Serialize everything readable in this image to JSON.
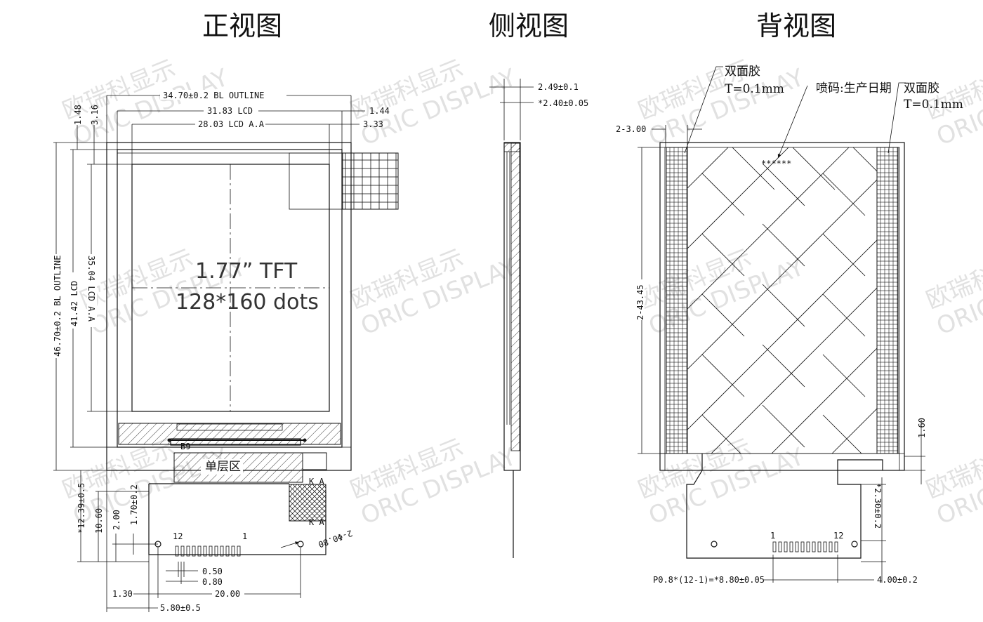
{
  "titles": {
    "front": "正视图",
    "side": "侧视图",
    "back": "背视图"
  },
  "front": {
    "dim_bl_width": "34.70±0.2 BL OUTLINE",
    "dim_lcd_width": "31.83 LCD",
    "dim_aa_width": "28.03 LCD A.A",
    "dim_1_44": "1.44",
    "dim_3_33": "3.33",
    "dim_1_48": "1.48",
    "dim_3_16": "3.16",
    "dim_bl_height": "46.70±0.2 BL OUTLINE",
    "dim_lcd_height": "41.42 LCD",
    "dim_aa_height": "35.04 LCD A.A",
    "product_size": "1.77” TFT",
    "product_res": "128*160 dots",
    "label_single_layer": "单层区",
    "label_b9": "B9",
    "label_ka_top": "K A",
    "label_ka_bottom": "K A",
    "dim_12_39": "*12.39±0.5",
    "dim_10_60": "10.60",
    "dim_2_00": "2.00",
    "dim_1_70": "1.70±0.2",
    "pin_12": "12",
    "pin_1": "1",
    "dim_hole": "2-Φ0.80",
    "dim_0_50": "0.50",
    "dim_0_80": "0.80",
    "dim_1_30": "1.30",
    "dim_20_00": "20.00",
    "dim_5_80": "5.80±0.5"
  },
  "side": {
    "dim_thickness_total": "2.49±0.1",
    "dim_thickness_lcd": "*2.40±0.05"
  },
  "back": {
    "tape_left": "双面胶",
    "tape_left_t": "T=0.1mm",
    "tape_right": "双面胶",
    "tape_right_t": "T=0.1mm",
    "print_code": "喷码:生产日期",
    "print_mark": "******",
    "dim_2_3_00": "2-3.00",
    "dim_2_43_45": "2-43.45",
    "dim_1_60": "1.60",
    "dim_2_30": "*2.30±0.2",
    "pin_1": "1",
    "pin_12": "12",
    "dim_pitch": "P0.8*(12-1)=*8.80±0.05",
    "dim_4_00": "4.00±0.2"
  },
  "watermark": {
    "cn": "欧瑞科显示",
    "en": "ORIC DISPLAY"
  },
  "colors": {
    "line": "#111111",
    "watermark": "#c9c9c9",
    "background": "#ffffff"
  }
}
